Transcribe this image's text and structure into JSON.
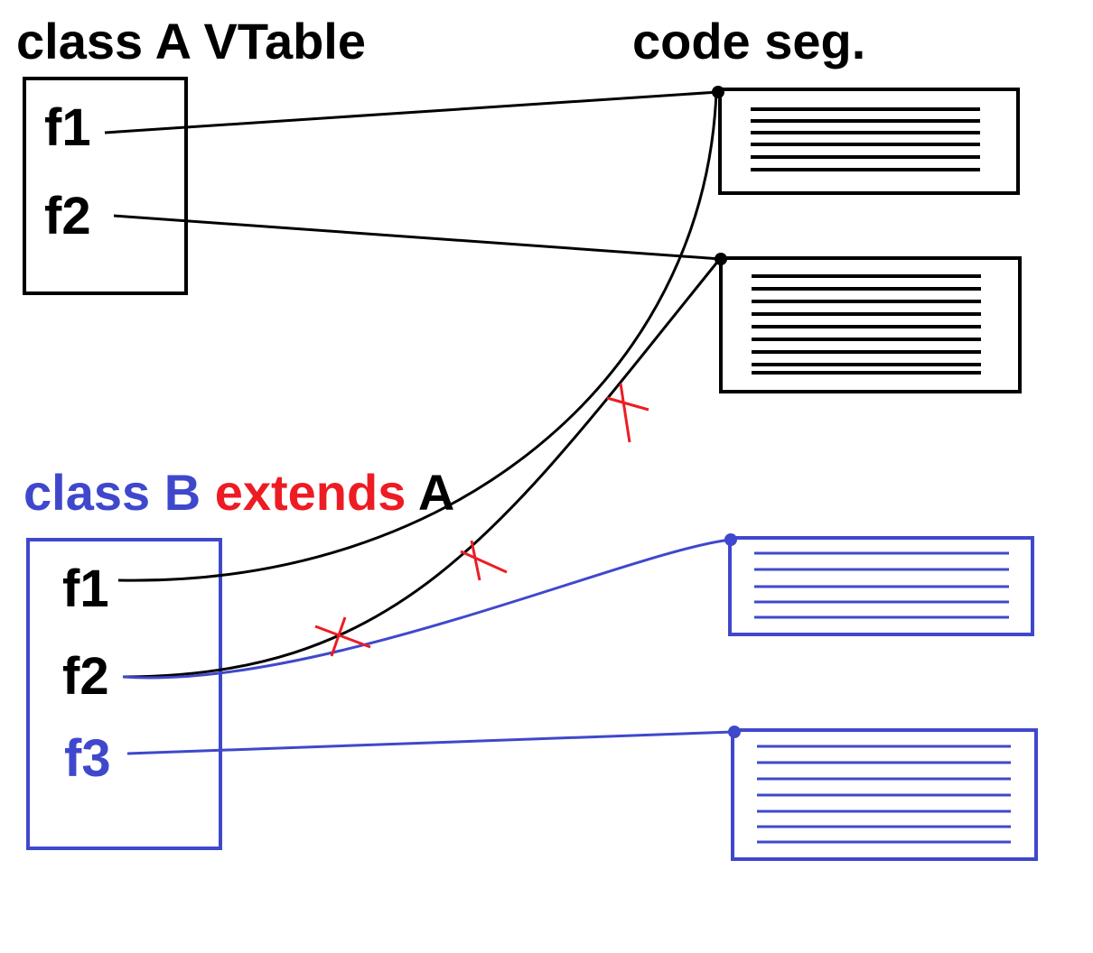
{
  "vtable_a": {
    "title": "class A VTable",
    "slots": [
      "f1",
      "f2"
    ]
  },
  "code_segment": {
    "title": "code seg."
  },
  "vtable_b": {
    "title_parts": [
      "class B",
      "extends",
      "A"
    ],
    "slots": [
      "f1",
      "f2",
      "f3"
    ]
  },
  "colors": {
    "inherited": "#000000",
    "class_b": "#3f48cc",
    "keyword": "#ed1c24",
    "overridden_mark": "#ed1c24"
  }
}
